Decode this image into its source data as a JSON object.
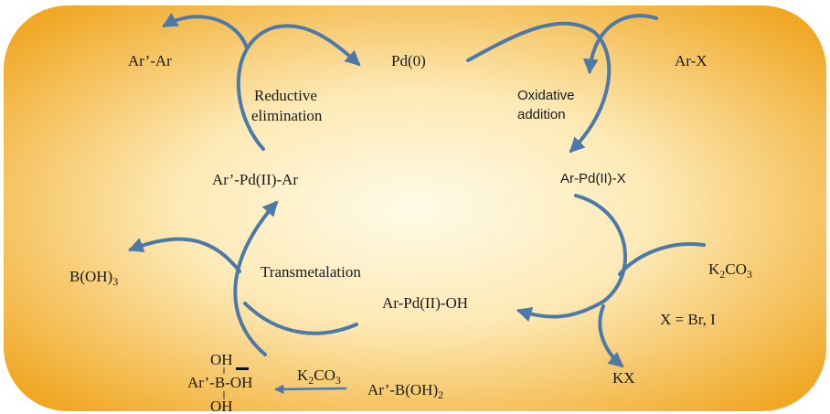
{
  "colors": {
    "arrow": "#4d79a8",
    "background_center": "#fffbe8",
    "background_edge": "#f0a825",
    "text": "#1a1a1a"
  },
  "labels": {
    "pd0": "Pd(0)",
    "arx_reagent": "Ar-X",
    "product": "Ar’-Ar",
    "reductive_line1": "Reductive",
    "reductive_line2": "elimination",
    "oxidative_line1": "Oxidative",
    "oxidative_line2": "addition",
    "ar_pd_ar": "Ar’-Pd(II)-Ar",
    "ar_pd_x": "Ar-Pd(II)-X",
    "transmetalation": "Transmetalation",
    "boric_acid_main": "B(OH)",
    "boric_acid_sub": "3",
    "ar_pd_oh": "Ar-Pd(II)-OH",
    "base_right_main": "K",
    "base_right_sub": "2",
    "base_right_tail": "CO",
    "base_right_sub2": "3",
    "halide_note": "X = Br, I",
    "kx": "KX",
    "borate_oh_top": "OH",
    "borate_center": "Ar’-B-OH",
    "borate_oh_bottom": "OH",
    "base_bottom_main": "K",
    "base_bottom_sub": "2",
    "base_bottom_tail": "CO",
    "base_bottom_sub2": "3",
    "boronic_main": "Ar’-B(OH)",
    "boronic_sub": "2"
  }
}
